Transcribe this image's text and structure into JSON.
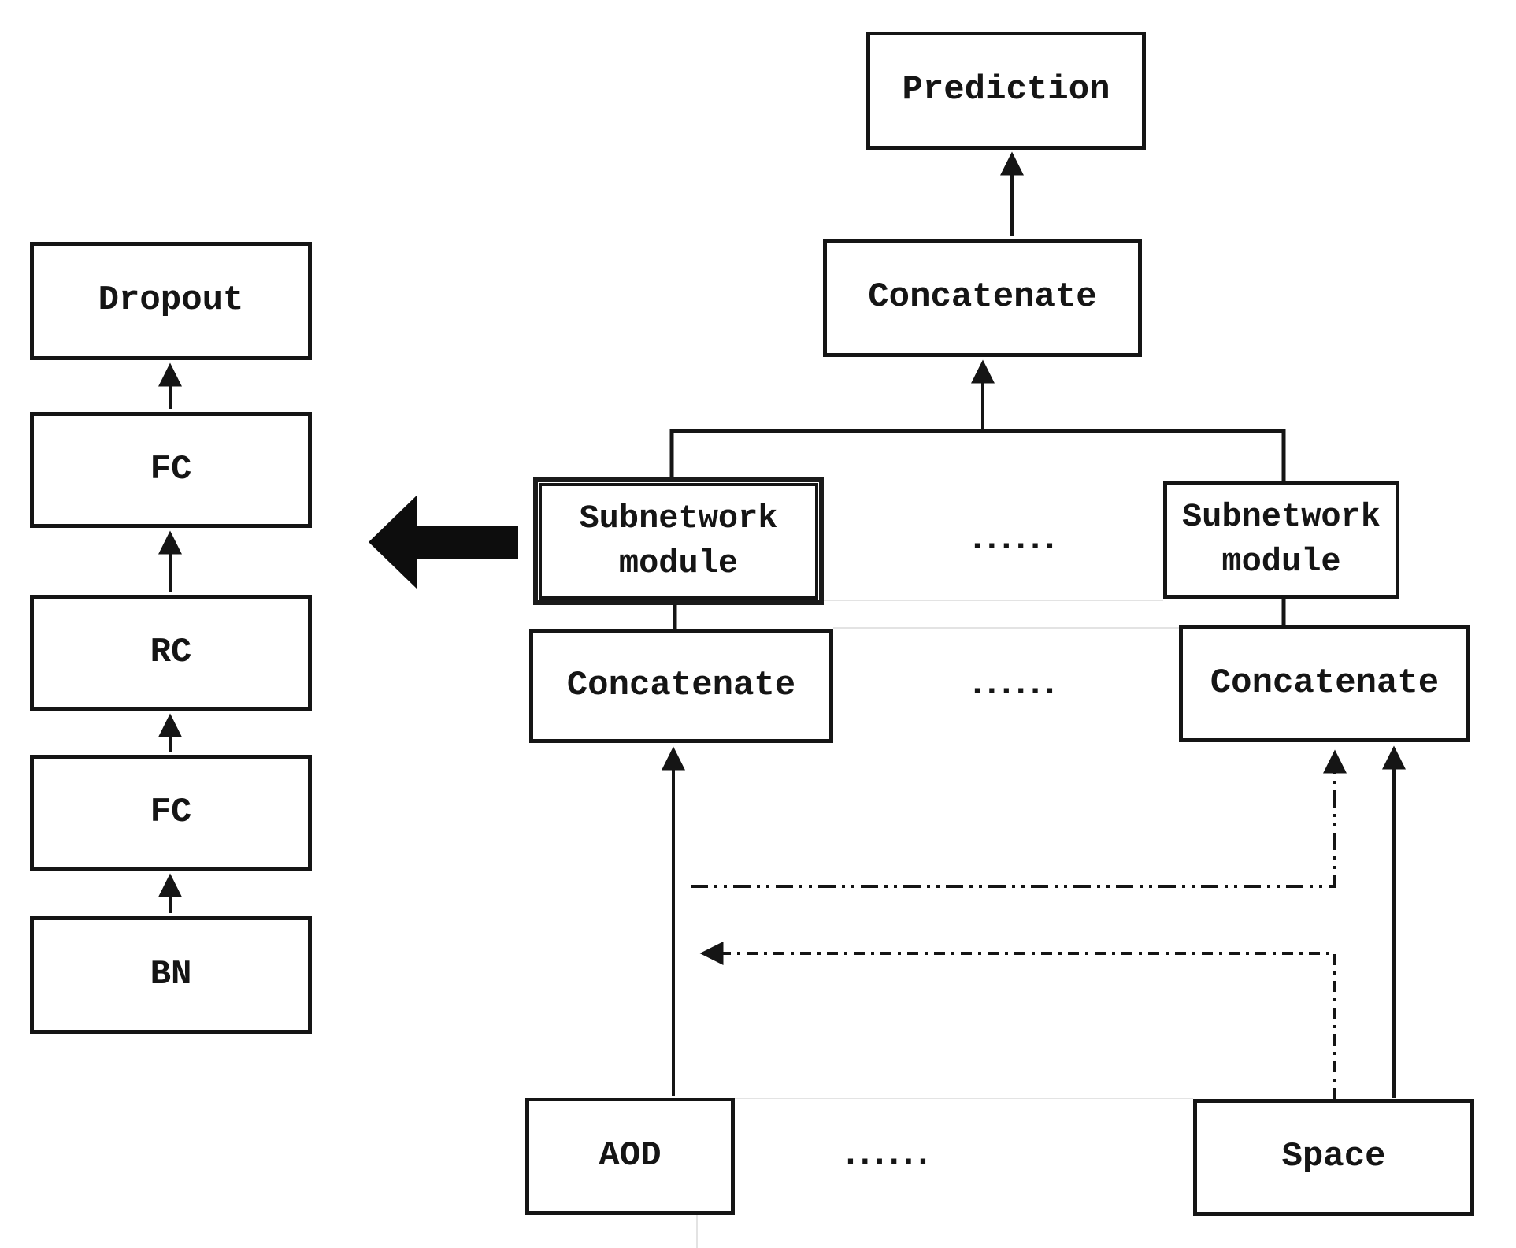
{
  "diagram": {
    "left_stack": {
      "layers": [
        "Dropout",
        "FC",
        "RC",
        "FC",
        "BN"
      ]
    },
    "network": {
      "prediction": "Prediction",
      "concatenate_top": "Concatenate",
      "subnetwork_left": "Subnetwork module",
      "subnetwork_right": "Subnetwork module",
      "concatenate_left": "Concatenate",
      "concatenate_right": "Concatenate",
      "input_left": "AOD",
      "input_right": "Space",
      "ellipsis_subnetworks": "......",
      "ellipsis_concatenates": "......",
      "ellipsis_inputs": "......"
    },
    "colors": {
      "line": "#151515",
      "background": "#ffffff"
    }
  }
}
